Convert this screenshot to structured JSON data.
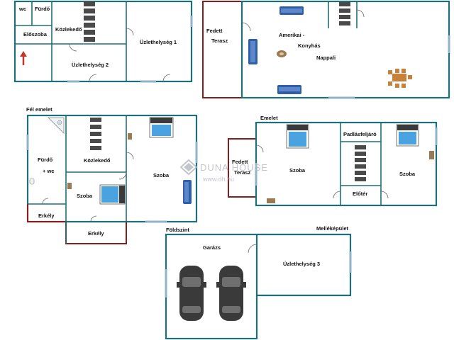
{
  "ground_block": {
    "rooms": {
      "wc": "wc",
      "furdo": "Fürdő",
      "kozlekedo": "Közlekedő",
      "eloszoba": "Előszoba",
      "uzlet1": "Üzlethelység 1",
      "uzlet2": "Üzlethelység 2"
    }
  },
  "upper_right_block": {
    "rooms": {
      "terasz_line1": "Fedett",
      "terasz_line2": "Terasz",
      "amerikai": "Amerikai -",
      "konyhas": "Konyhás",
      "nappali": "Nappali"
    }
  },
  "fel_emelet": {
    "header": "Fél emelet",
    "rooms": {
      "furdo": "Fürdő",
      "wc": "+ wc",
      "kozlekedo": "Közlekedő",
      "szoba_big": "Szoba",
      "szoba_small": "Szoba",
      "erkely_left": "Erkély",
      "erkely_bottom": "Erkély"
    }
  },
  "emelet": {
    "header": "Emelet",
    "rooms": {
      "terasz_line1": "Fedett",
      "terasz_line2": "Terasz",
      "szoba_left": "Szoba",
      "padlasfeljaro": "Padlásfeljáró",
      "eloter": "Előtér",
      "szoba_right": "Szoba"
    }
  },
  "foldszint": {
    "header": "Földszint",
    "rooms": {
      "garazs": "Garázs"
    }
  },
  "mellekepulet": {
    "header": "Melléképület",
    "rooms": {
      "uzlet3": "Üzlethelység 3"
    }
  },
  "watermark": {
    "brand": "DUNA HOUSE",
    "url": "www.dh.hu"
  },
  "colors": {
    "wall": "#1f6f78",
    "terrace": "#8b1c1c",
    "bed": "#4aa3e0",
    "sofa": "#2f5fa8",
    "stairs": "#4a4a4a",
    "car": "#3a3a3a",
    "arrow": "#c0392b"
  }
}
